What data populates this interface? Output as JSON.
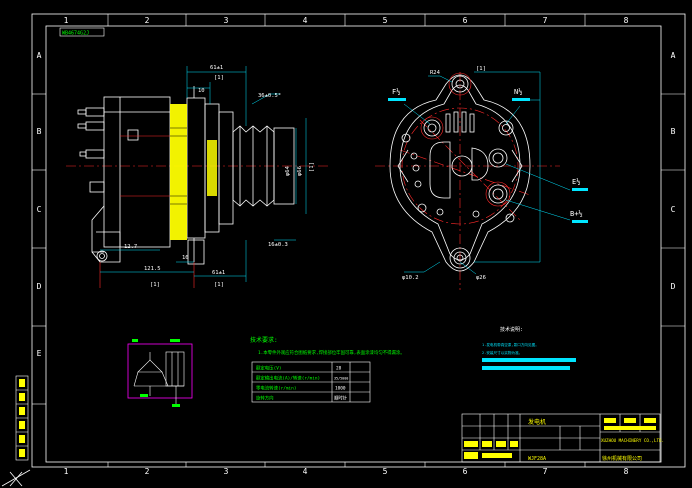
{
  "border": {
    "columns": [
      "1",
      "2",
      "3",
      "4",
      "5",
      "6",
      "7",
      "8"
    ],
    "rows": [
      "A",
      "B",
      "C",
      "D",
      "E"
    ],
    "drawing_code_tag": "WB4674G2J"
  },
  "side_view": {
    "dims": {
      "top_overall": "61±1",
      "top_box": "[1]",
      "pulley_offset": "10",
      "groove_spec": "36±0.5°",
      "pulley_dia_1": "φ64",
      "pulley_dia_2": "φ66",
      "right_box": "[1]",
      "bore_dim": "16±0.3",
      "left_lower": "12.7",
      "bottom_16": "16",
      "bottom_overall": "121.5",
      "bottom_right": "61±1",
      "bottom_box_1": "[1]",
      "bottom_box_2": "[1]"
    }
  },
  "front_view": {
    "labels": {
      "top_dim": "R24",
      "top_box": "[1]",
      "f_terminal": "F½",
      "n_terminal": "N½",
      "e_terminal": "E½",
      "b_terminal": "B+½",
      "bottom_left_dim": "φ10.2",
      "bottom_right_dim": "φ26"
    }
  },
  "tech_requirements": {
    "heading": "技术要求:",
    "line": "1.本零件外观应符合图纸要求,焊接部位牢固可靠,表面涂漆均匀不得漏涂。"
  },
  "spec_table": {
    "rows": [
      {
        "param": "额定电压(V)",
        "value": "28"
      },
      {
        "param": "额定输出电流(A)/转速(r/min)",
        "value": "35/5000"
      },
      {
        "param": "零电流转速(r/min)",
        "value": "1000"
      },
      {
        "param": "旋转方向",
        "value": "顺时针"
      }
    ]
  },
  "notes_panel": {
    "heading": "技术说明:",
    "line_1": "1.发电机带真空泵,泵口方向见图。",
    "line_2": "2.安装尺寸以实物为准。"
  },
  "title_block": {
    "part_name": "发电机",
    "company_en": "XUZHOU MACHINERY CO.,LTD.",
    "company_cn": "徐州机械有限公司",
    "drawing_no": "WJF28A"
  },
  "colors": {
    "background": "#000000",
    "outline": "#ffffff",
    "centerline": "#ff2a2a",
    "dimension": "#00e5ff",
    "hatch": "#ffff00",
    "label": "#00ff00",
    "schematic": "#ff00ff"
  }
}
